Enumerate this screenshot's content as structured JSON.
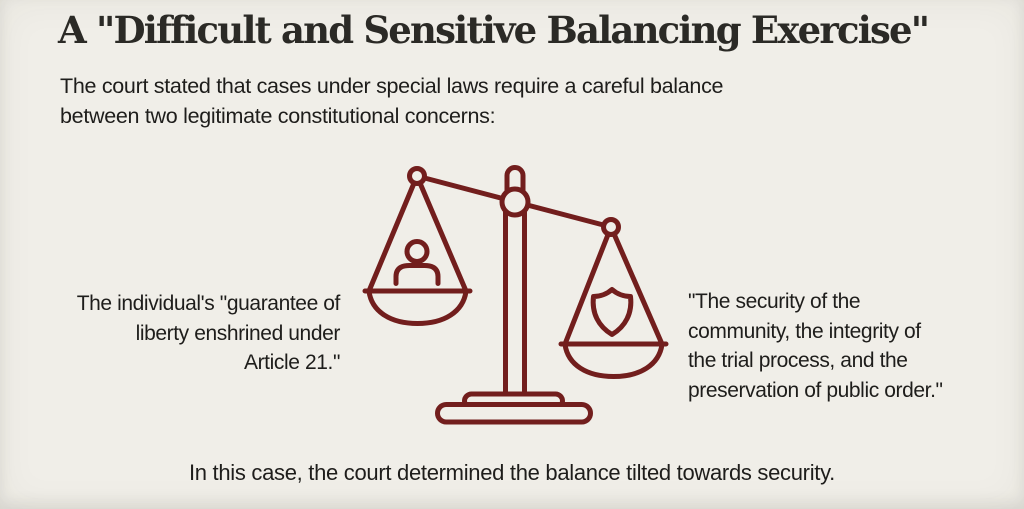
{
  "header": {
    "title": "A \"Difficult and Sensitive Balancing Exercise\"",
    "subtitle_lines": [
      "The court stated that cases under special laws require a careful balance",
      "between two legitimate constitutional concerns:"
    ]
  },
  "scale": {
    "icon": "balance-scale-icon",
    "tilt": "right-pan-lower",
    "left_pan": {
      "icon": "person-icon",
      "label_lines": [
        "The individual's \"guarantee of",
        "liberty enshrined under",
        "Article 21.\""
      ]
    },
    "right_pan": {
      "icon": "shield-icon",
      "label_lines": [
        "\"The security of the",
        "community, the integrity of",
        "the trial process, and the",
        "preservation of public order.\""
      ]
    }
  },
  "footer": {
    "conclusion": "In this case, the court determined the balance tilted towards security."
  },
  "colors": {
    "background": "#f0eee8",
    "scale_stroke": "#721e1d",
    "title_text": "#2b2a26",
    "body_text": "#1e1d1b"
  }
}
